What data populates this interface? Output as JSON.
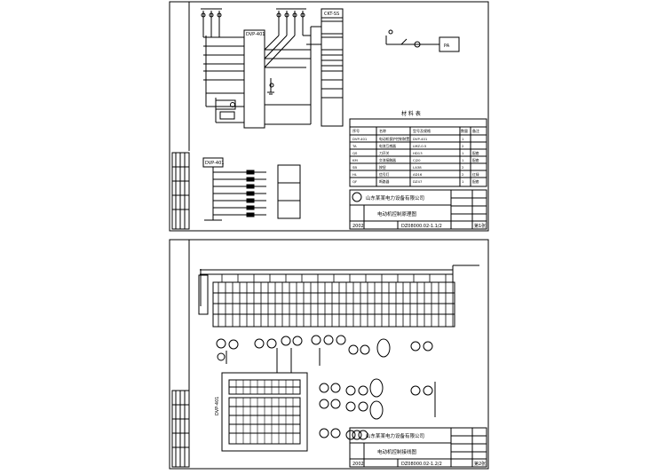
{
  "sheet1": {
    "relay_box_label": "CKT-SS",
    "controller_label": "DVP-401",
    "ammeter_label": "PA",
    "parts_table": {
      "heading": "材 料 表",
      "columns": [
        "序号",
        "名称",
        "型号及规格",
        "数量",
        "备注"
      ],
      "rows": [
        [
          "DVP-401",
          "电动机保护控制装置",
          "DVP-401",
          "1",
          ""
        ],
        [
          "TA",
          "电流互感器",
          "LMZ-0.5",
          "2",
          ""
        ],
        [
          "QS",
          "刀开关",
          "HD13",
          "1",
          "配套"
        ],
        [
          "KM",
          "交流接触器",
          "CJ20",
          "1",
          "配套"
        ],
        [
          "SB",
          "按钮",
          "LA38",
          "2",
          ""
        ],
        [
          "HL",
          "信号灯",
          "AD16",
          "2",
          "红绿"
        ],
        [
          "QF",
          "断路器",
          "DZ47",
          "1",
          "配套"
        ]
      ]
    },
    "title_block": {
      "company": "山东某某电力设备有限公司",
      "drawing_title": "电动机控制原理图",
      "year": "2002",
      "drawing_no": "DZ08000.02-1.1/2",
      "sheet": "第1张"
    }
  },
  "sheet2": {
    "controller_label": "DVP-401",
    "title_block": {
      "company": "山东某某电力设备有限公司",
      "drawing_title": "电动机控制接线图",
      "year": "2002",
      "drawing_no": "DZ08000.02-1.2/2",
      "sheet": "第2张"
    }
  }
}
